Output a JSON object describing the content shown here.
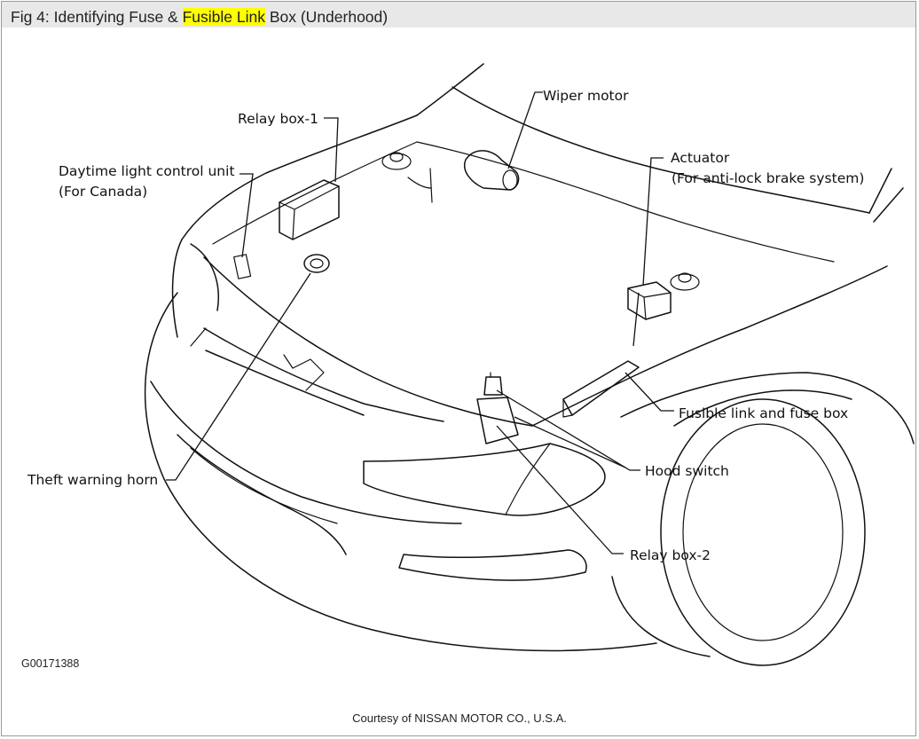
{
  "header": {
    "title_prefix": "Fig 4: Identifying Fuse & ",
    "title_highlight": "Fusible Link",
    "title_suffix": " Box (Underhood)"
  },
  "labels": {
    "relay_box_1": "Relay box-1",
    "wiper_motor": "Wiper motor",
    "daytime_light_line1": "Daytime light control unit",
    "daytime_light_line2": "(For Canada)",
    "actuator_line1": "Actuator",
    "actuator_line2": "(For anti-lock brake system)",
    "fusible_link": "Fusible link and fuse box",
    "hood_switch": "Hood switch",
    "theft_horn": "Theft warning horn",
    "relay_box_2": "Relay box-2"
  },
  "figure_code": "G00171388",
  "courtesy": "Courtesy of NISSAN MOTOR CO., U.S.A."
}
